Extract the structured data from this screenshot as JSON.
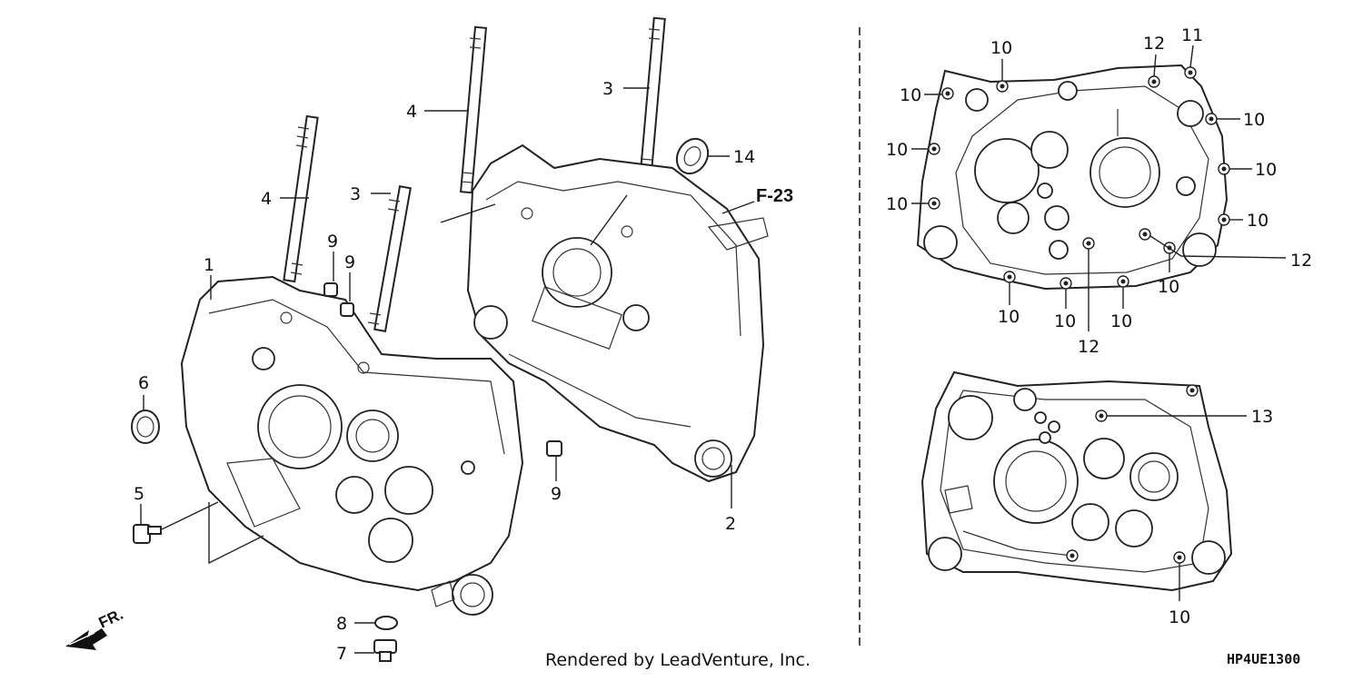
{
  "diagram": {
    "callouts": {
      "p1": "1",
      "p2": "2",
      "p3a": "3",
      "p3b": "3",
      "p4a": "4",
      "p4b": "4",
      "p5": "5",
      "p6": "6",
      "p7": "7",
      "p8": "8",
      "p9a": "9",
      "p9b": "9",
      "p9c": "9",
      "p14": "14",
      "ul10a": "10",
      "ul10b": "10",
      "ul10c": "10",
      "ul10d": "10",
      "ul10e": "10",
      "ul10f": "10",
      "ul10g": "10",
      "ul10h": "10",
      "ul10i": "10",
      "ul10j": "10",
      "ul10k": "10",
      "ul11": "11",
      "ul12a": "12",
      "ul12b": "12",
      "ul12c": "12",
      "ll13": "13",
      "ll10": "10"
    },
    "reference_label": "F-23",
    "direction_label": "FR.",
    "credit": "Rendered by LeadVenture, Inc.",
    "diagram_code": "HP4UE1300"
  }
}
